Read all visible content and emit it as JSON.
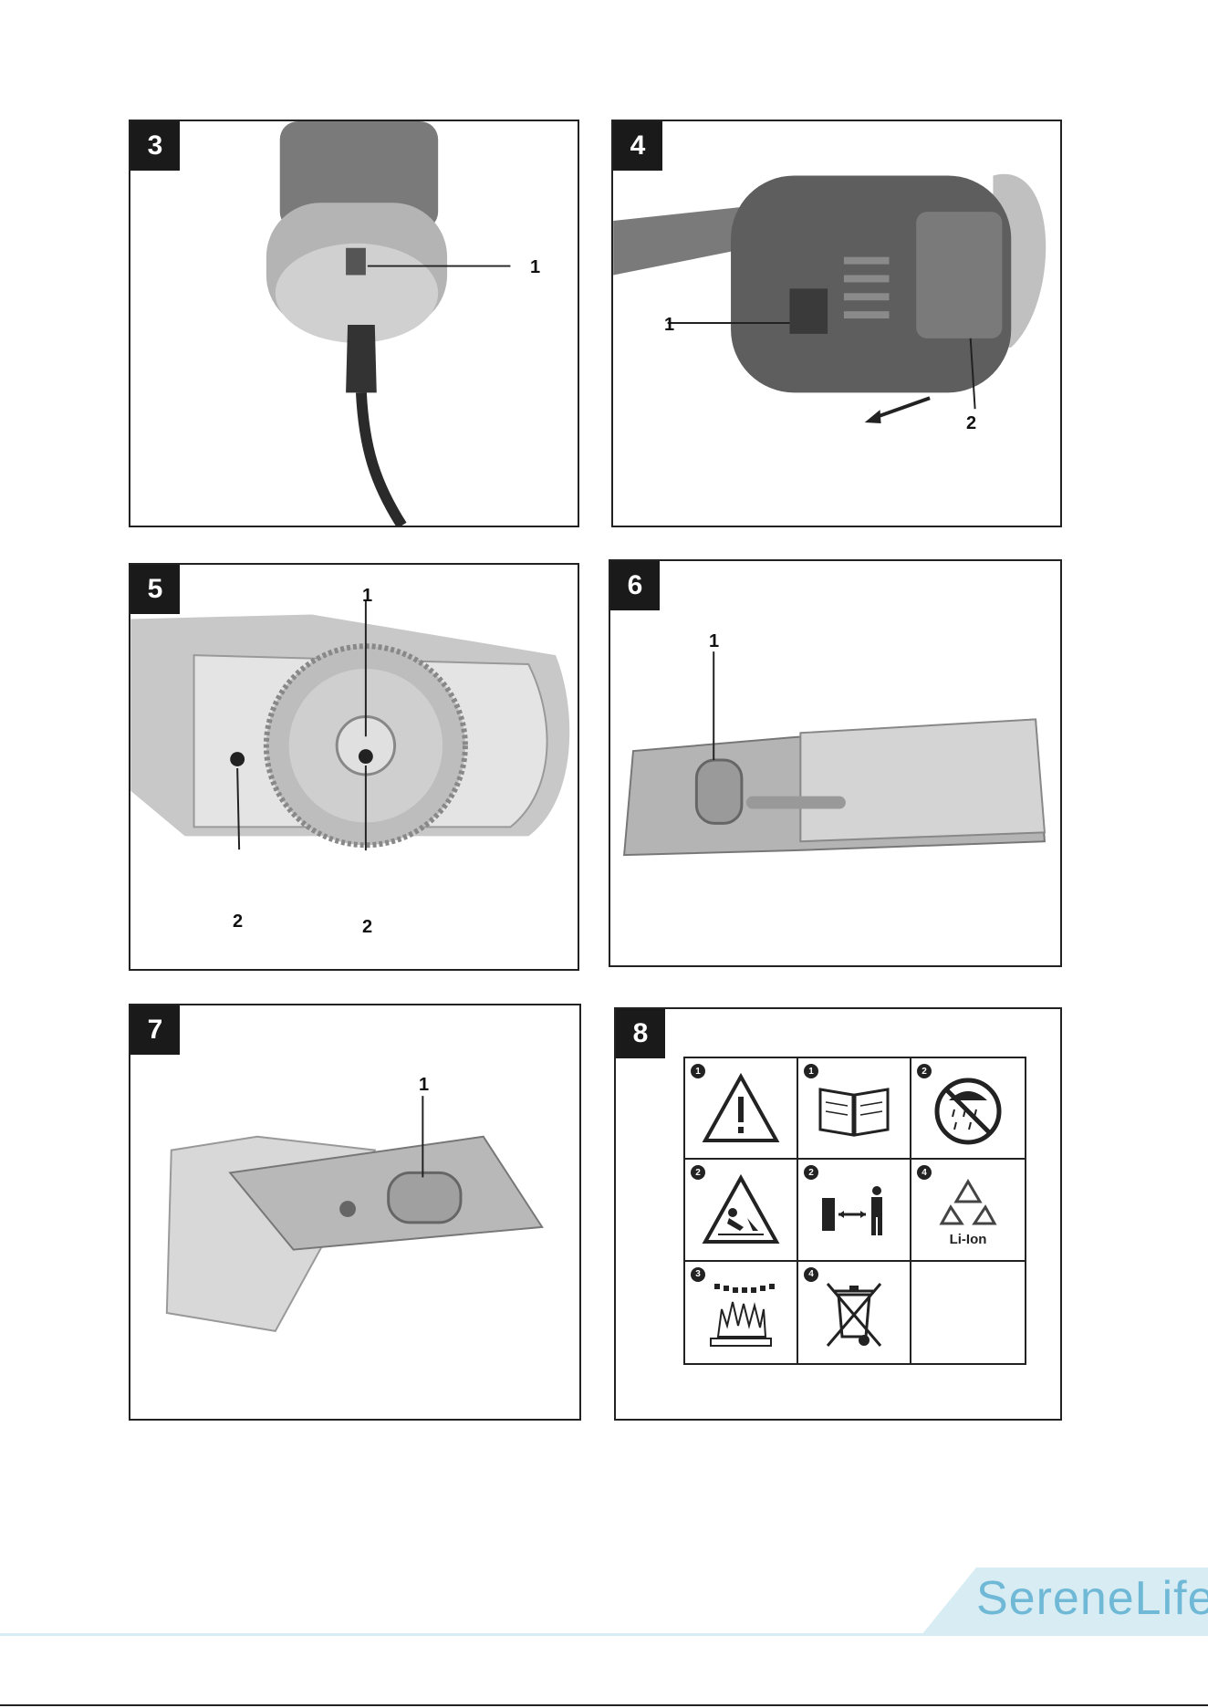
{
  "panels": [
    {
      "number": "3",
      "callouts": [
        "1"
      ]
    },
    {
      "number": "4",
      "callouts": [
        "1",
        "2"
      ]
    },
    {
      "number": "5",
      "callouts": [
        "1",
        "2",
        "2"
      ]
    },
    {
      "number": "6",
      "callouts": [
        "1"
      ]
    },
    {
      "number": "7",
      "callouts": [
        "1"
      ]
    },
    {
      "number": "8",
      "callouts": []
    }
  ],
  "symbols": {
    "numbers": [
      "1",
      "1",
      "2",
      "2",
      "2",
      "4",
      "3",
      "4",
      ""
    ],
    "icons": [
      "warning-triangle-icon",
      "manual-book-icon",
      "no-rain-icon",
      "flying-debris-warning-icon",
      "keep-bystanders-away-icon",
      "li-ion-recycle-icon",
      "no-fire-icon",
      "crossed-bin-icon",
      "empty-cell"
    ],
    "liion_label": "Li-Ion"
  },
  "brand": {
    "name": "SereneLife",
    "color": "#6fb9d6"
  }
}
